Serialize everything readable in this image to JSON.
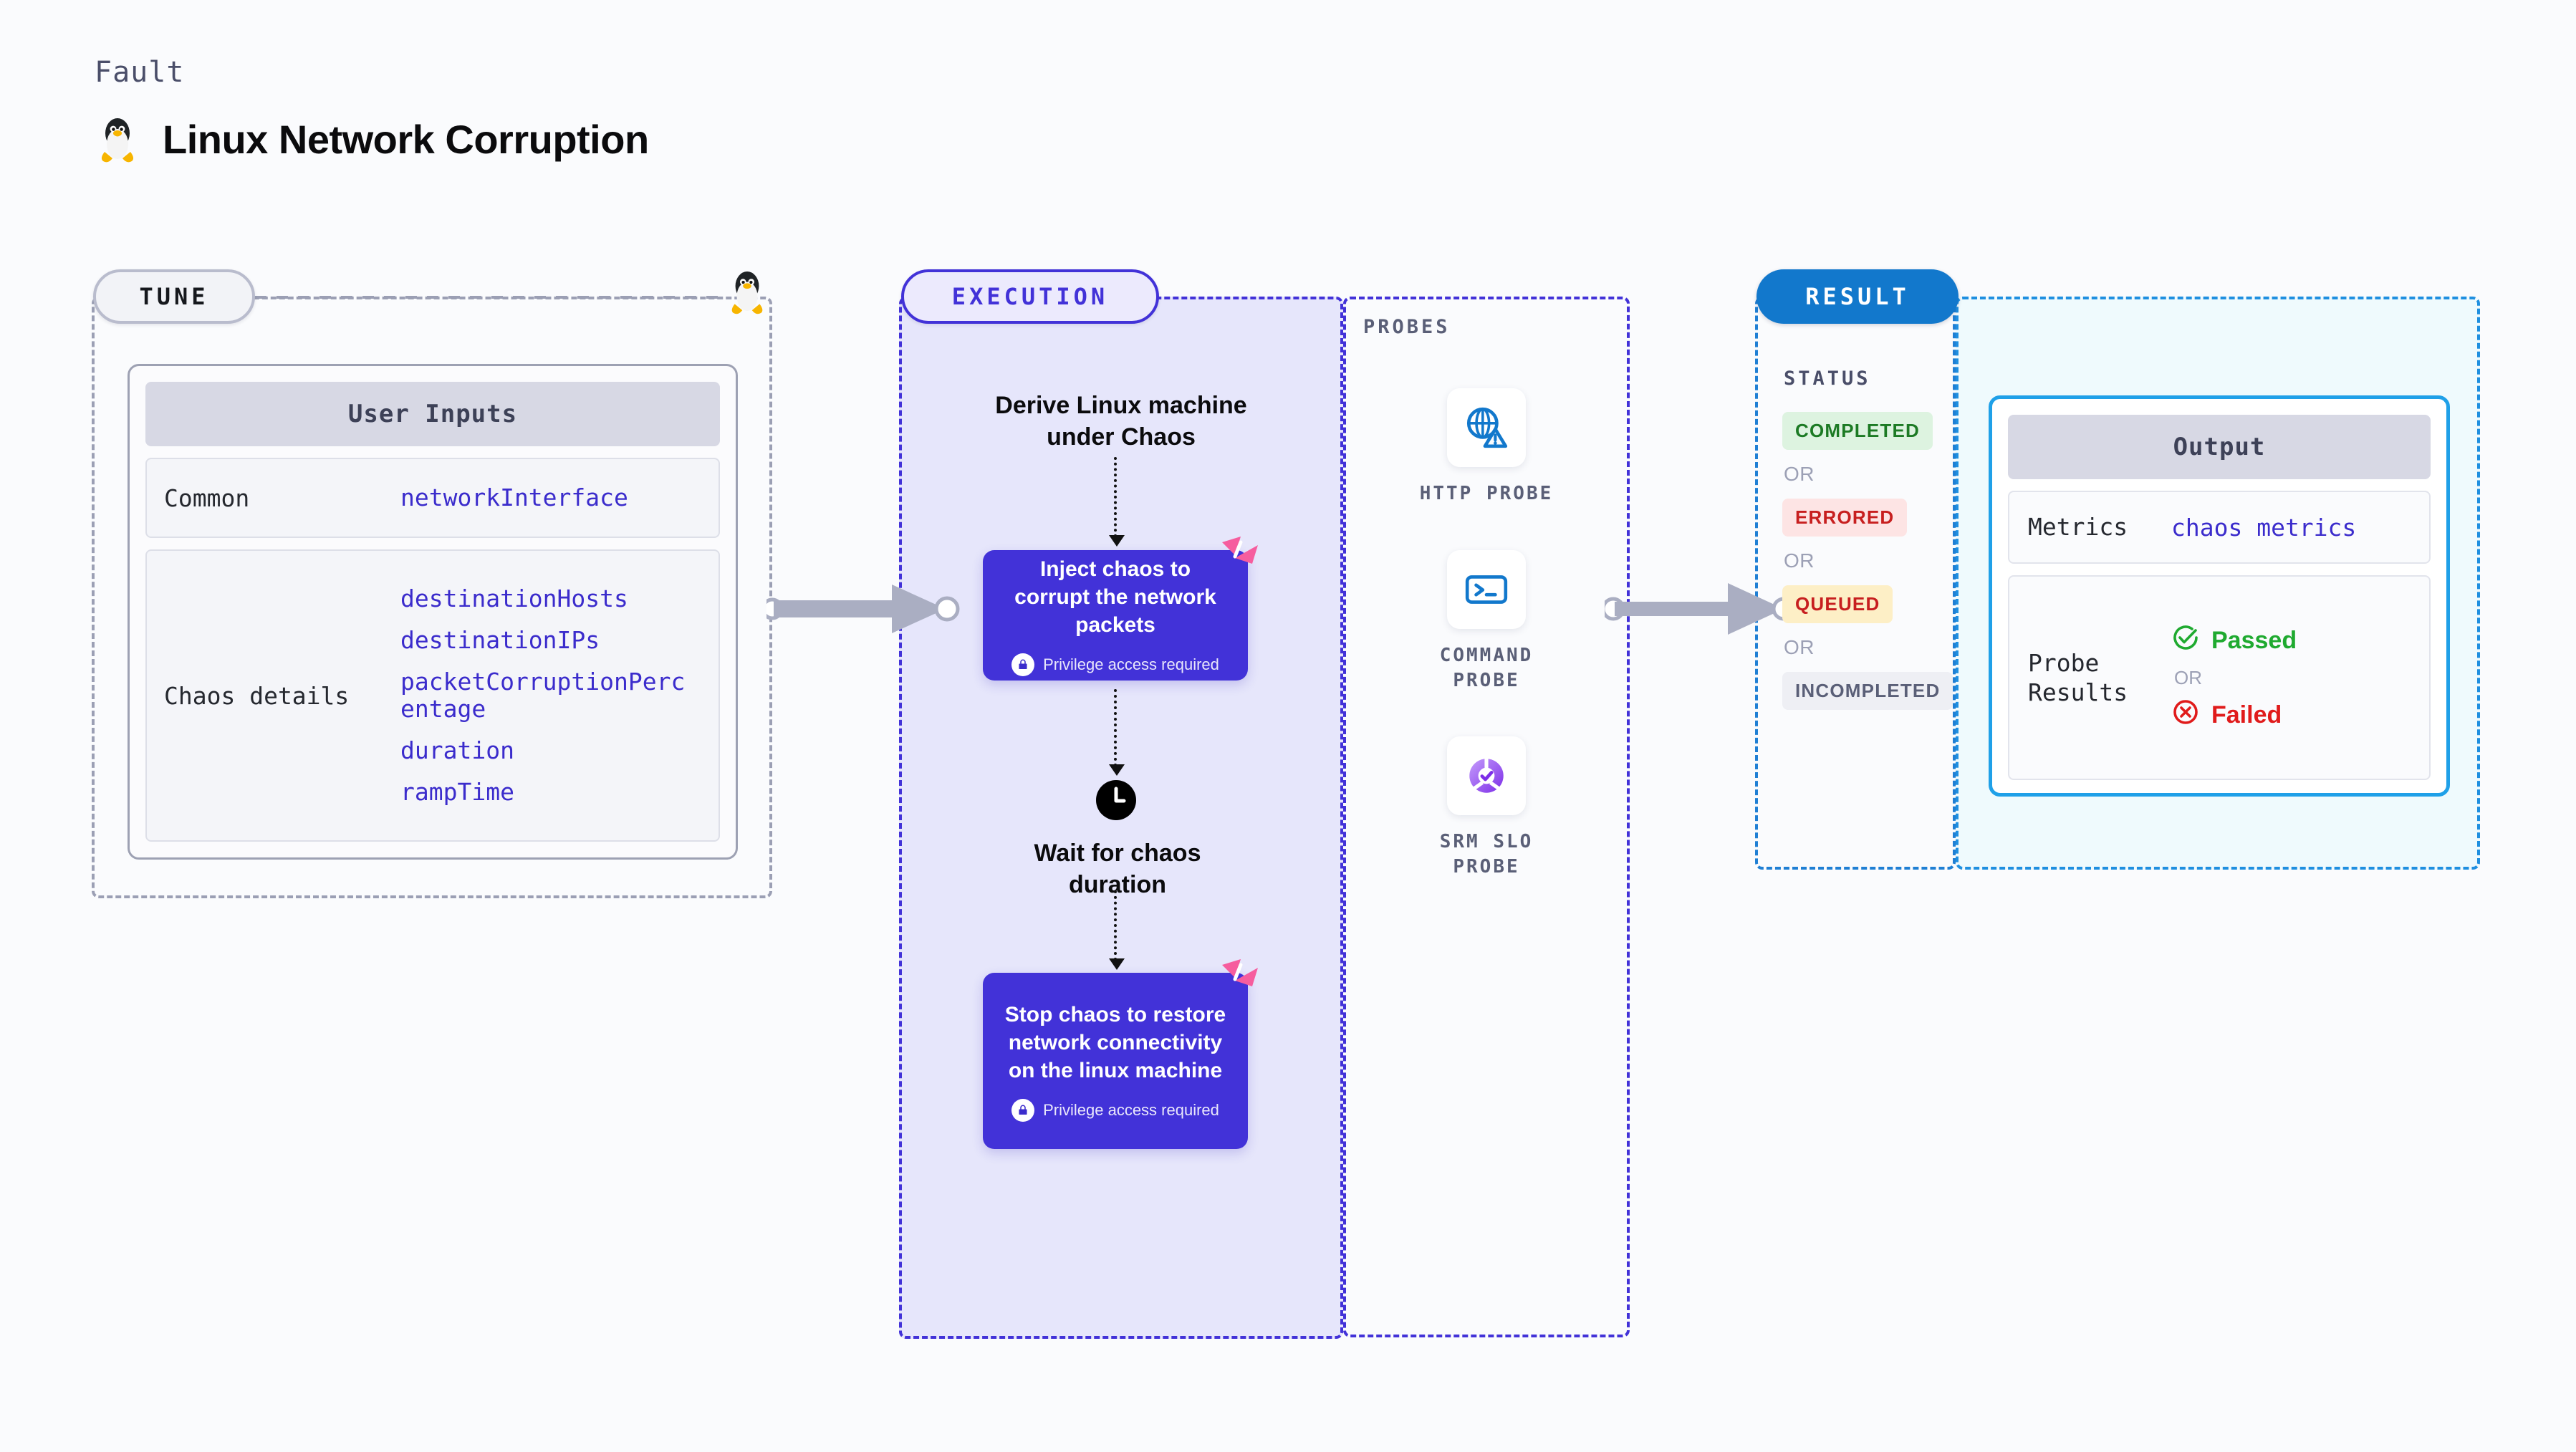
{
  "header": {
    "kicker": "Fault",
    "title": "Linux Network Corruption",
    "icon": "linux-penguin-icon"
  },
  "stages": {
    "tune": {
      "badge": "TUNE"
    },
    "execution": {
      "badge": "EXECUTION"
    },
    "probes": {
      "caption": "PROBES"
    },
    "result": {
      "badge": "RESULT",
      "status_caption": "STATUS"
    }
  },
  "tune": {
    "card_title": "User Inputs",
    "rows": [
      {
        "key": "Common",
        "values": [
          "networkInterface"
        ]
      },
      {
        "key": "Chaos details",
        "values": [
          "destinationHosts",
          "destinationIPs",
          "packetCorruptionPercentage",
          "duration",
          "rampTime"
        ]
      }
    ]
  },
  "execution": {
    "start_label": "Derive Linux machine under Chaos",
    "inject": {
      "title": "Inject chaos to corrupt the network packets",
      "privilege": "Privilege access required",
      "badge_icon": "harness-chaos-icon",
      "lock_icon": "lock-icon"
    },
    "wait": {
      "icon": "clock-icon",
      "label": "Wait for chaos duration"
    },
    "stop": {
      "title": "Stop chaos to restore network connectivity on the linux machine",
      "privilege": "Privilege access required",
      "badge_icon": "harness-chaos-icon",
      "lock_icon": "lock-icon"
    }
  },
  "probes": [
    {
      "label": "HTTP PROBE",
      "icon": "globe-warning-icon"
    },
    {
      "label": "COMMAND PROBE",
      "icon": "terminal-icon"
    },
    {
      "label": "SRM SLO PROBE",
      "icon": "slo-donut-check-icon"
    }
  ],
  "result": {
    "statuses": [
      {
        "text": "COMPLETED",
        "style": "completed"
      },
      {
        "text": "ERRORED",
        "style": "errored"
      },
      {
        "text": "QUEUED",
        "style": "queued"
      },
      {
        "text": "INCOMPLETED",
        "style": "incompleted"
      }
    ],
    "or": "OR"
  },
  "output": {
    "card_title": "Output",
    "metrics": {
      "key": "Metrics",
      "value": "chaos metrics"
    },
    "probe_results": {
      "key": "Probe Results",
      "passed": "Passed",
      "or": "OR",
      "failed": "Failed",
      "pass_icon": "check-circle-icon",
      "fail_icon": "x-circle-icon"
    }
  },
  "colors": {
    "accent_purple": "#4232d8",
    "accent_blue": "#1278cc",
    "accent_cyan": "#1fa0e8",
    "pink": "#f65d9e",
    "pass_green": "#1faa30",
    "fail_red": "#e01b1b",
    "background": "#fafbfd"
  }
}
